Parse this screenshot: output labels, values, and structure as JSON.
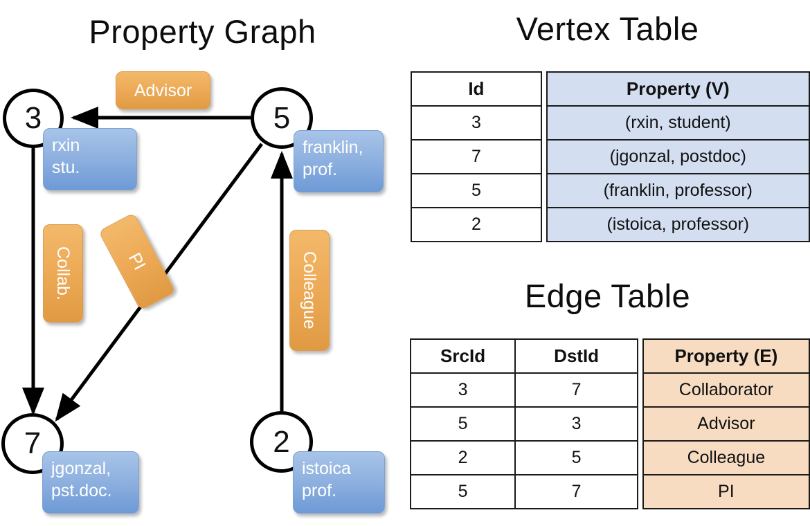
{
  "graph": {
    "title": "Property Graph",
    "nodes": [
      {
        "id": "3",
        "props": "rxin\nstu.",
        "line1": "rxin",
        "line2": "stu."
      },
      {
        "id": "5",
        "props": "franklin,\nprof.",
        "line1": "franklin,",
        "line2": "prof."
      },
      {
        "id": "7",
        "props": "jgonzal,\npst.doc.",
        "line1": "jgonzal,",
        "line2": "pst.doc."
      },
      {
        "id": "2",
        "props": "istoica\nprof.",
        "line1": "istoica",
        "line2": "prof."
      }
    ],
    "edge_labels": [
      {
        "name": "advisor-label",
        "text": "Advisor"
      },
      {
        "name": "collab-label",
        "text": "Collab."
      },
      {
        "name": "pi-label",
        "text": "PI"
      },
      {
        "name": "colleague-label",
        "text": "Colleague"
      }
    ],
    "edges": [
      {
        "from": "5",
        "to": "3",
        "label": "Advisor"
      },
      {
        "from": "3",
        "to": "7",
        "label": "Collab."
      },
      {
        "from": "5",
        "to": "7",
        "label": "PI"
      },
      {
        "from": "2",
        "to": "5",
        "label": "Colleague"
      }
    ]
  },
  "vertex_table": {
    "title": "Vertex Table",
    "headers": [
      "Id",
      "Property (V)"
    ],
    "rows": [
      {
        "id": "3",
        "property": "(rxin, student)"
      },
      {
        "id": "7",
        "property": "(jgonzal, postdoc)"
      },
      {
        "id": "5",
        "property": "(franklin, professor)"
      },
      {
        "id": "2",
        "property": "(istoica, professor)"
      }
    ]
  },
  "edge_table": {
    "title": "Edge Table",
    "headers": [
      "SrcId",
      "DstId",
      "Property (E)"
    ],
    "rows": [
      {
        "src": "3",
        "dst": "7",
        "property": "Collaborator"
      },
      {
        "src": "5",
        "dst": "3",
        "property": "Advisor"
      },
      {
        "src": "2",
        "dst": "5",
        "property": "Colleague"
      },
      {
        "src": "5",
        "dst": "7",
        "property": "PI"
      }
    ]
  },
  "colors": {
    "vertex_fill": "#d3dff1",
    "edge_fill": "#f7dcc1",
    "node_box": "#7ba2d6",
    "label_box": "#eeab58",
    "stroke": "#000000"
  }
}
